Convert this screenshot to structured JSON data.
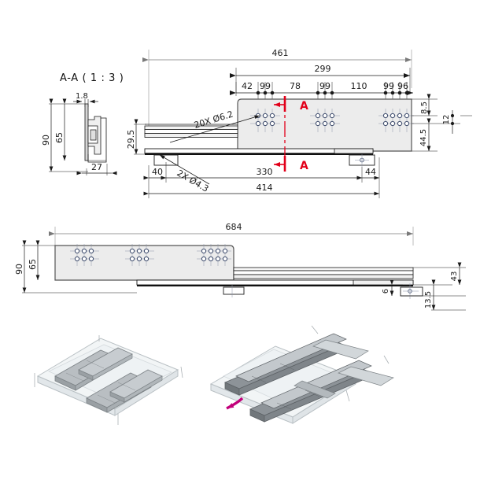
{
  "sheet": {
    "background": "#ffffff",
    "line_color": "#1a1a1a",
    "dim_line_color": "#7a7a7a",
    "section_color": "#e2001a",
    "hole_color": "#3c4a6b",
    "body_fill": "#e8e8e8",
    "iso_fill": "#bfc3c6",
    "iso_glass": "#eef1f3",
    "arrow_magenta": "#c2007a"
  },
  "section_view": {
    "title": "A-A ( 1 : 3 )",
    "dimensions": {
      "top_thickness": "1.8",
      "inner_height": "65",
      "overall_height": "90",
      "depth": "27"
    }
  },
  "top_view": {
    "overall_length": "461",
    "hole_span": "299",
    "hole_pitches": [
      "42",
      "99",
      "78",
      "99",
      "110",
      "99",
      "96"
    ],
    "hole_note": "20X Ø6.2",
    "slot_note": "2X Ø4.3",
    "left_height": "29.5",
    "right_dims": {
      "top_offset": "8.5",
      "hole_gap": "12",
      "lower_offset": "44.5"
    },
    "bottom_dims": {
      "left_offset": "40",
      "middle_span": "330",
      "right_offset": "44",
      "total": "414"
    },
    "section_label": "A",
    "hole_groups": [
      {
        "cols": 3,
        "rows": 2
      },
      {
        "cols": 3,
        "rows": 2
      },
      {
        "cols": 4,
        "rows": 2
      }
    ]
  },
  "bottom_view": {
    "overall_length": "684",
    "overall_height": "90",
    "inner_height": "65",
    "right_dims": {
      "rail_height": "43",
      "tab_offset": "6",
      "total_drop": "13.5"
    },
    "hole_groups": [
      {
        "cols": 3,
        "rows": 2
      },
      {
        "cols": 3,
        "rows": 2
      },
      {
        "cols": 4,
        "rows": 2
      }
    ]
  },
  "iso_views": [
    {
      "name": "iso-view-closed",
      "label": ""
    },
    {
      "name": "iso-view-extended",
      "label": ""
    }
  ]
}
